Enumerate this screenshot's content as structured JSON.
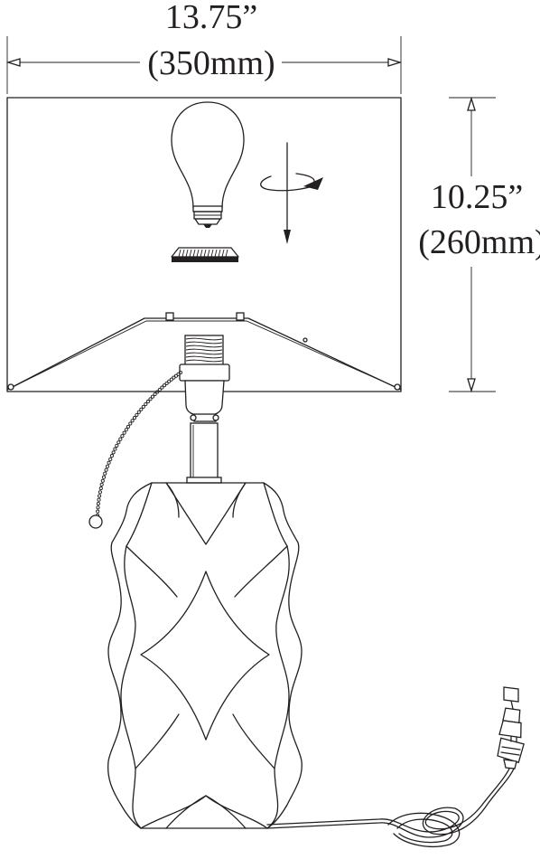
{
  "dimensions": {
    "width_inches": "13.75”",
    "width_mm": "(350mm)",
    "height_inches": "10.25”",
    "height_mm": "(260mm)"
  }
}
